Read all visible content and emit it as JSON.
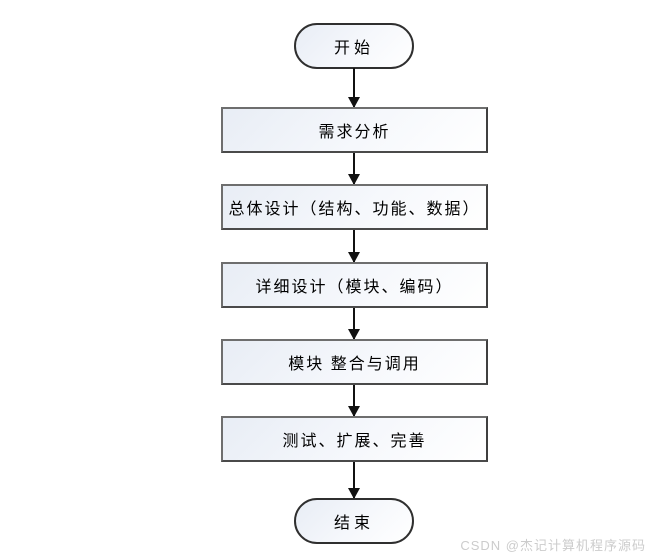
{
  "diagram": {
    "type": "flowchart",
    "direction": "top-down",
    "nodes": [
      {
        "id": "start",
        "shape": "terminator",
        "label": "开始"
      },
      {
        "id": "requirements-analysis",
        "shape": "process",
        "label": "需求分析"
      },
      {
        "id": "overall-design",
        "shape": "process",
        "label": "总体设计（结构、功能、数据）"
      },
      {
        "id": "detailed-design",
        "shape": "process",
        "label": "详细设计（模块、编码）"
      },
      {
        "id": "module-integration",
        "shape": "process",
        "label": "模块 整合与调用"
      },
      {
        "id": "testing",
        "shape": "process",
        "label": "测试、扩展、完善"
      },
      {
        "id": "end",
        "shape": "terminator",
        "label": "结束"
      }
    ],
    "edges": [
      {
        "from": "start",
        "to": "requirements-analysis"
      },
      {
        "from": "requirements-analysis",
        "to": "overall-design"
      },
      {
        "from": "overall-design",
        "to": "detailed-design"
      },
      {
        "from": "detailed-design",
        "to": "module-integration"
      },
      {
        "from": "module-integration",
        "to": "testing"
      },
      {
        "from": "testing",
        "to": "end"
      }
    ],
    "colors": {
      "node_fill_top": "#e8edf5",
      "node_fill_bottom": "#ffffff",
      "process_border": "#6e6e6e",
      "terminator_border": "#2f2f2f",
      "arrow": "#111111",
      "text": "#000000",
      "background": "#ffffff",
      "watermark": "#cccccc"
    }
  },
  "watermark": {
    "text": "CSDN @杰记计算机程序源码"
  }
}
